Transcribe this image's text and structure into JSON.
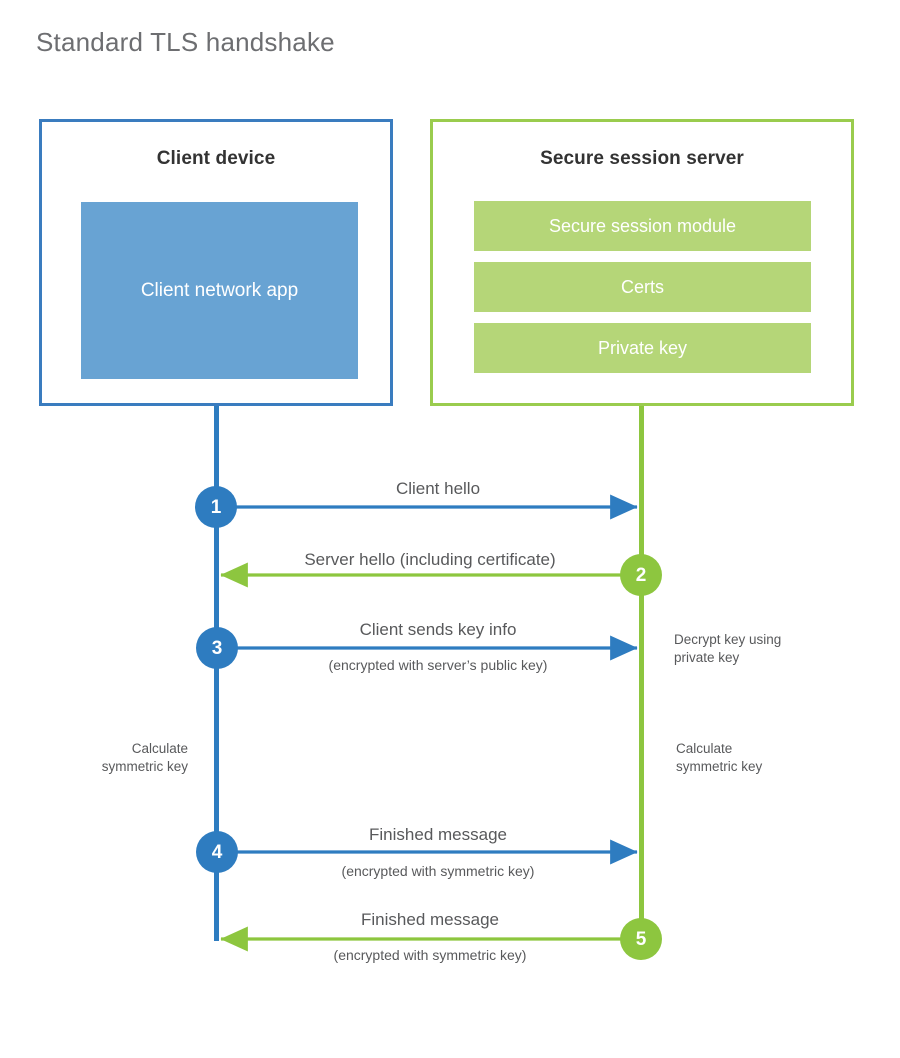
{
  "title": "Standard TLS handshake",
  "colors": {
    "client_border": "#3a7cbf",
    "client_block": "#68A3D3",
    "server_border": "#9ACC4E",
    "server_block": "#B5D678",
    "client_accent": "#2E7CC0",
    "server_accent": "#8DC63F",
    "text": "#58595b",
    "heading": "#333333",
    "title": "#6d6e71",
    "background": "#ffffff"
  },
  "parties": {
    "client": {
      "title": "Client device",
      "components": [
        {
          "label": "Client network app"
        }
      ]
    },
    "server": {
      "title": "Secure session server",
      "components": [
        {
          "label": "Secure session module"
        },
        {
          "label": "Certs"
        },
        {
          "label": "Private key"
        }
      ]
    }
  },
  "steps": [
    {
      "number": "1",
      "label": "Client hello",
      "sublabel": "",
      "direction": "client-to-server",
      "color": "#2E7CC0"
    },
    {
      "number": "2",
      "label": "Server hello (including certificate)",
      "sublabel": "",
      "direction": "server-to-client",
      "color": "#8DC63F"
    },
    {
      "number": "3",
      "label": "Client sends key info",
      "sublabel": "(encrypted with server’s public key)",
      "direction": "client-to-server",
      "color": "#2E7CC0"
    },
    {
      "number": "4",
      "label": "Finished message",
      "sublabel": "(encrypted with symmetric key)",
      "direction": "client-to-server",
      "color": "#2E7CC0"
    },
    {
      "number": "5",
      "label": "Finished message",
      "sublabel": "(encrypted with symmetric key)",
      "direction": "server-to-client",
      "color": "#8DC63F"
    }
  ],
  "annotations": {
    "server_decrypt": "Decrypt key using\nprivate key",
    "server_decrypt_line1": "Decrypt key using",
    "server_decrypt_line2": "private key",
    "client_calc_line1": "Calculate",
    "client_calc_line2": "symmetric key",
    "server_calc_line1": "Calculate",
    "server_calc_line2": "symmetric key"
  }
}
